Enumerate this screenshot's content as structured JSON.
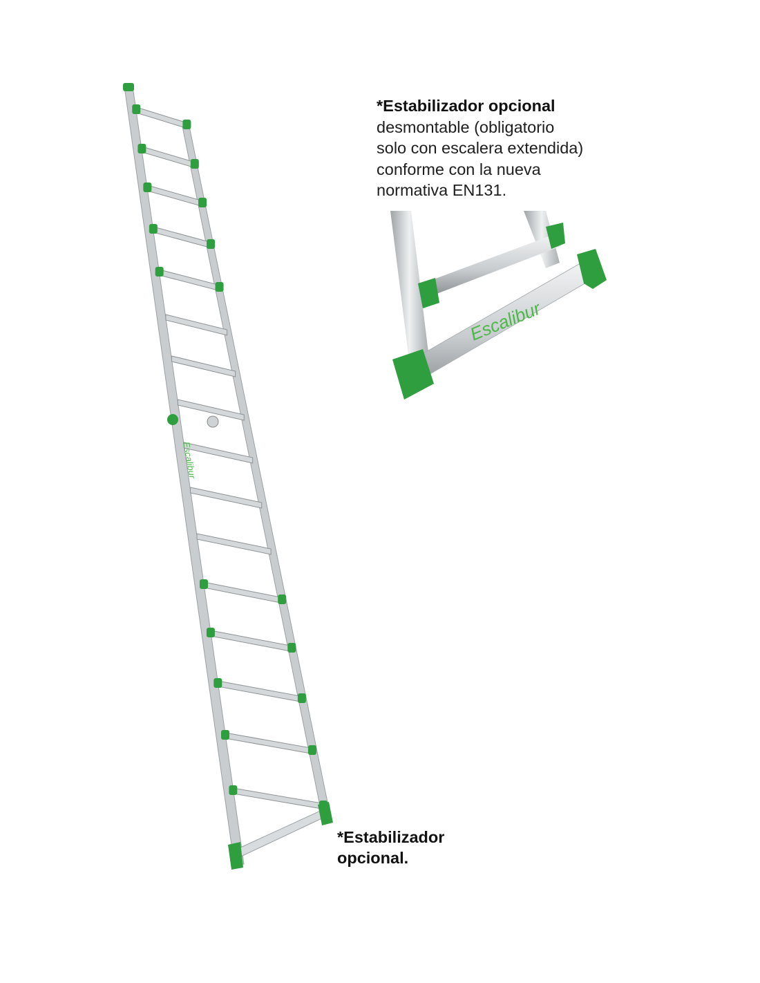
{
  "caption_top": {
    "title": "*Estabilizador opcional",
    "lines": [
      "desmontable (obligatorio",
      "solo con escalera extendida)",
      "conforme con la nueva",
      "normativa EN131."
    ]
  },
  "caption_bottom": {
    "lines": [
      "*Estabilizador",
      "opcional."
    ]
  },
  "brand": {
    "logo_text": "Escalibur",
    "accent_color": "#2e9e3e",
    "rail_color": "#c9cdd0"
  }
}
